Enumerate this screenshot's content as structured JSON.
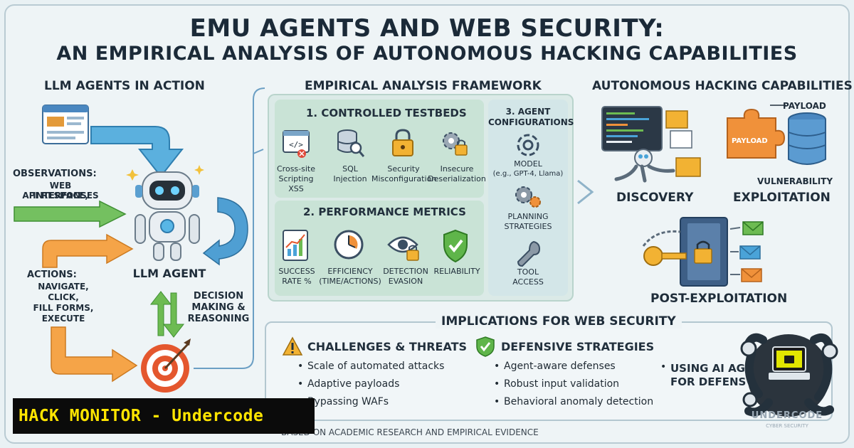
{
  "title": {
    "line1": "EMU AGENTS AND WEB SECURITY:",
    "line2": "AN EMPIRICAL ANALYSIS OF AUTONOMOUS HACKING CAPABILITIES"
  },
  "left": {
    "heading": "LLM AGENTS IN ACTION",
    "observations_title": "OBSERVATIONS:",
    "observations_items": [
      "WEB INTERFACE,",
      "API RESPONSES"
    ],
    "actions_title": "ACTIONS:",
    "actions_items": [
      "NAVIGATE,",
      "CLICK,",
      "FILL FORMS,",
      "EXECUTE"
    ],
    "agent_label": "LLM AGENT",
    "decision_lines": [
      "DECISION",
      "MAKING &",
      "REASONING"
    ]
  },
  "framework": {
    "heading": "EMPIRICAL ANALYSIS FRAMEWORK",
    "testbeds_title": "1. CONTROLLED TESTBEDS",
    "testbeds": [
      {
        "icon": "code-window-icon",
        "lines": [
          "Cross-site",
          "Scripting",
          "XSS"
        ]
      },
      {
        "icon": "database-search-icon",
        "lines": [
          "SQL",
          "Injection"
        ]
      },
      {
        "icon": "padlock-icon",
        "lines": [
          "Security",
          "Misconfiguration"
        ]
      },
      {
        "icon": "gear-lock-icon",
        "lines": [
          "Insecure",
          "Deserialization"
        ]
      }
    ],
    "metrics_title": "2. PERFORMANCE METRICS",
    "metrics": [
      {
        "icon": "bar-chart-icon",
        "lines": [
          "SUCCESS",
          "RATE %"
        ]
      },
      {
        "icon": "clock-icon",
        "lines": [
          "EFFICIENCY",
          "(TIME/ACTIONS)"
        ]
      },
      {
        "icon": "eye-lock-icon",
        "lines": [
          "DETECTION",
          "EVASION"
        ]
      },
      {
        "icon": "shield-check-icon",
        "lines": [
          "RELIABILITY"
        ]
      }
    ],
    "config_title": [
      "3. AGENT",
      "CONFIGURATIONS"
    ],
    "configs": [
      {
        "icon": "openai-icon",
        "lines": [
          "MODEL",
          "(e.g., GPT-4, Llama)"
        ]
      },
      {
        "icon": "gears-icon",
        "lines": [
          "PLANNING",
          "STRATEGIES"
        ]
      },
      {
        "icon": "wrench-icon",
        "lines": [
          "TOOL",
          "ACCESS"
        ]
      }
    ]
  },
  "capabilities": {
    "heading": "AUTONOMOUS HACKING CAPABILITIES",
    "payload_tag": "PAYLOAD",
    "payload_piece": "PAYLOAD",
    "vulnerability": "VULNERABILITY",
    "discovery": "DISCOVERY",
    "exploitation": "EXPLOITATION",
    "post": "POST-EXPLOITATION"
  },
  "implications": {
    "heading": "IMPLICATIONS FOR WEB SECURITY",
    "challenges_title": "CHALLENGES & THREATS",
    "challenges": [
      "Scale of automated attacks",
      "Adaptive payloads",
      "Bypassing WAFs"
    ],
    "defensive_title": "DEFENSIVE STRATEGIES",
    "defensive": [
      "Agent-aware defenses",
      "Robust input validation",
      "Behavioral anomaly detection"
    ],
    "ai_lines": [
      "USING AI AGE",
      "FOR DEFENS"
    ]
  },
  "footer": "BASED ON ACADEMIC RESEARCH AND EMPIRICAL EVIDENCE",
  "banner": "HACK MONITOR - Undercode",
  "logo_text": "UNDERCODE",
  "logo_sub": "CYBER SECURITY",
  "colors": {
    "accent_blue": "#4aa3d8",
    "accent_green": "#6dbb52",
    "accent_orange": "#f0913a",
    "banner_yellow": "#ffe500"
  }
}
